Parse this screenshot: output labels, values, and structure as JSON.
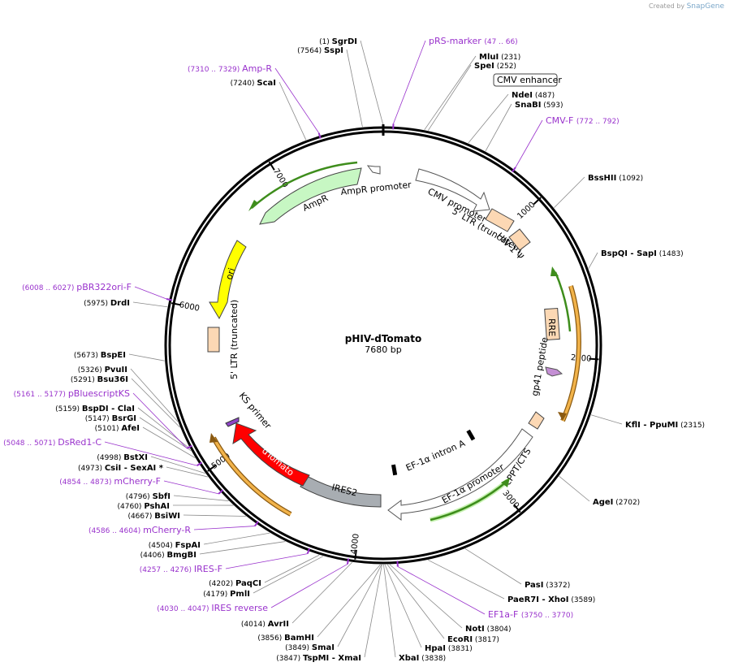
{
  "credit": {
    "prefix": "Created by",
    "brand": "SnapGene"
  },
  "plasmid": {
    "name": "pHIV-dTomato",
    "size_label": "7680 bp",
    "length": 7680
  },
  "ticks": [
    "1000",
    "2000",
    "3000",
    "4000",
    "5000",
    "6000",
    "7000"
  ],
  "colors": {
    "primer": "#9932cc",
    "backbone": "#000000",
    "promoter": "#ffffff",
    "green": "#44aa22",
    "orange": "#e89a28"
  },
  "sites": [
    {
      "pos": "(1)",
      "name": "SgrDI",
      "pos_first": true,
      "bp": 1
    },
    {
      "pos": "(7564)",
      "name": "SspI",
      "pos_first": true,
      "bp": 7564
    },
    {
      "pos": "(7240)",
      "name": "ScaI",
      "pos_first": true,
      "bp": 7240
    },
    {
      "pos": "(231)",
      "name": "MluI",
      "bp": 231
    },
    {
      "pos": "(252)",
      "name": "SpeI",
      "bp": 252
    },
    {
      "pos": "(487)",
      "name": "NdeI",
      "bp": 487
    },
    {
      "pos": "(593)",
      "name": "SnaBI",
      "bp": 593
    },
    {
      "pos": "(1092)",
      "name": "BssHII",
      "bp": 1092
    },
    {
      "pos": "(1483)",
      "name": "BspQI  - SapI",
      "bp": 1483
    },
    {
      "pos": "(2315)",
      "name": "KflI  - PpuMI",
      "bp": 2315
    },
    {
      "pos": "(2702)",
      "name": "AgeI",
      "bp": 2702
    },
    {
      "pos": "(3372)",
      "name": "PasI",
      "bp": 3372
    },
    {
      "pos": "(3589)",
      "name": "PaeR7I  - XhoI",
      "bp": 3589
    },
    {
      "pos": "(3804)",
      "name": "NotI",
      "bp": 3804
    },
    {
      "pos": "(3817)",
      "name": "EcoRI",
      "bp": 3817
    },
    {
      "pos": "(3831)",
      "name": "HpaI",
      "bp": 3831
    },
    {
      "pos": "(3838)",
      "name": "XbaI",
      "bp": 3838
    },
    {
      "pos": "(3847)",
      "name": "TspMI  - XmaI",
      "pos_first": true,
      "bp": 3847
    },
    {
      "pos": "(3849)",
      "name": "SmaI",
      "pos_first": true,
      "bp": 3849
    },
    {
      "pos": "(3856)",
      "name": "BamHI",
      "pos_first": true,
      "bp": 3856
    },
    {
      "pos": "(4014)",
      "name": "AvrII",
      "pos_first": true,
      "bp": 4014
    },
    {
      "pos": "(4179)",
      "name": "PmlI",
      "pos_first": true,
      "bp": 4179
    },
    {
      "pos": "(4202)",
      "name": "PaqCI",
      "pos_first": true,
      "bp": 4202
    },
    {
      "pos": "(4406)",
      "name": "BmgBI",
      "pos_first": true,
      "bp": 4406
    },
    {
      "pos": "(4504)",
      "name": "FspAI",
      "pos_first": true,
      "bp": 4504
    },
    {
      "pos": "(4667)",
      "name": "BsiWI",
      "pos_first": true,
      "bp": 4667
    },
    {
      "pos": "(4760)",
      "name": "PshAI",
      "pos_first": true,
      "bp": 4760
    },
    {
      "pos": "(4796)",
      "name": "SbfI",
      "pos_first": true,
      "bp": 4796
    },
    {
      "pos": "(4973)",
      "name": "CsiI  - SexAI *",
      "pos_first": true,
      "bp": 4973
    },
    {
      "pos": "(4998)",
      "name": "BstXI",
      "pos_first": true,
      "bp": 4998
    },
    {
      "pos": "(5101)",
      "name": "AfeI",
      "pos_first": true,
      "bp": 5101
    },
    {
      "pos": "(5147)",
      "name": "BsrGI",
      "pos_first": true,
      "bp": 5147
    },
    {
      "pos": "(5159)",
      "name": "BspDI  - ClaI",
      "pos_first": true,
      "bp": 5159
    },
    {
      "pos": "(5291)",
      "name": "Bsu36I",
      "pos_first": true,
      "bp": 5291
    },
    {
      "pos": "(5326)",
      "name": "PvuII",
      "pos_first": true,
      "bp": 5326
    },
    {
      "pos": "(5673)",
      "name": "BspEI",
      "pos_first": true,
      "bp": 5673
    },
    {
      "pos": "(5975)",
      "name": "DrdI",
      "pos_first": true,
      "bp": 5975
    }
  ],
  "primers": [
    {
      "name": "pRS-marker",
      "range": "(47 .. 66)",
      "name_first": true,
      "bp": 56
    },
    {
      "name": "CMV-F",
      "range": "(772 .. 792)",
      "name_first": true,
      "bp": 782
    },
    {
      "name": "EF1a-F",
      "range": "(3750 .. 3770)",
      "name_first": true,
      "bp": 3760
    },
    {
      "name": "IRES reverse",
      "range": "(4030 .. 4047)",
      "bp": 4038
    },
    {
      "name": "IRES-F",
      "range": "(4257 .. 4276)",
      "bp": 4266
    },
    {
      "name": "mCherry-R",
      "range": "(4586 .. 4604)",
      "bp": 4595
    },
    {
      "name": "mCherry-F",
      "range": "(4854 .. 4873)",
      "bp": 4863
    },
    {
      "name": "DsRed1-C",
      "range": "(5048 .. 5071)",
      "bp": 5059
    },
    {
      "name": "pBluescriptKS",
      "range": "(5161 .. 5177)",
      "bp": 5169
    },
    {
      "name": "pBR322ori-F",
      "range": "(6008 .. 6027)",
      "bp": 6017
    },
    {
      "name": "Amp-R",
      "range": "(7310 .. 7329)",
      "bp": 7320
    }
  ],
  "features": {
    "ampr": "AmpR",
    "ampr_promoter": "AmpR promoter",
    "ori": "ori",
    "ltr5_left": "5' LTR (truncated)",
    "cmv_enhancer": "CMV enhancer",
    "cmv_promoter": "CMV promoter",
    "ltr5_right": "5' LTR (truncated)",
    "hiv_psi": "HIV-1 Ψ",
    "rre": "RRE",
    "gp41": "gp41 peptide",
    "cppt": "cPPT/CTS",
    "ef1a_promoter": "EF-1α promoter",
    "ef1a_intron": "EF-1α intron A",
    "ires2": "IRES2",
    "dtomato": "dTomato",
    "ks_primer": "KS primer"
  }
}
